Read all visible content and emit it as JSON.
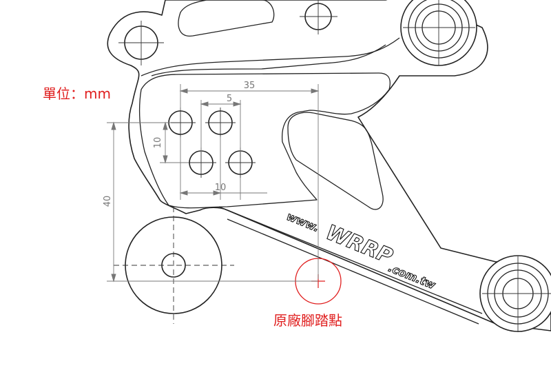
{
  "annotations": {
    "unit_label": "單位：mm",
    "oem_point_label": "原廠腳踏點"
  },
  "dimensions": {
    "width_overall": "35",
    "spacing_top": "5",
    "spacing_vertical": "10",
    "spacing_bottom": "10",
    "height_overall": "40"
  },
  "engraving": {
    "prefix": "www.",
    "brand": "WRRP",
    "suffix": ".com.tw"
  },
  "colors": {
    "annotation": "#e01e1e",
    "dimension": "#777777",
    "outline": "#222222"
  }
}
